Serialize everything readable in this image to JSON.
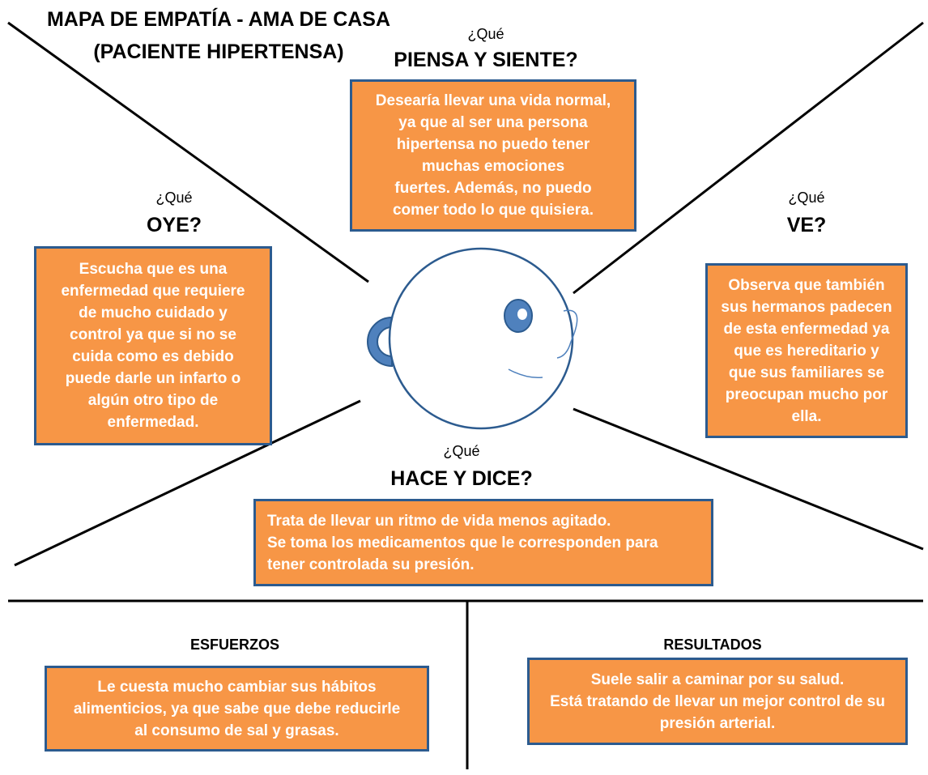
{
  "title": {
    "line1": "MAPA DE EMPATÍA - AMA DE CASA",
    "line2": "(PACIENTE HIPERTENSA)"
  },
  "piensa": {
    "prefix": "¿Qué",
    "heading": "PIENSA Y SIENTE?",
    "text": "Desearía  llevar una vida normal,\nya que al ser una persona\nhipertensa no puedo tener\nmuchas emociones\nfuertes. Además, no puedo\ncomer todo lo que quisiera."
  },
  "oye": {
    "prefix": "¿Qué",
    "heading": "OYE?",
    "text": "Escucha que es una\nenfermedad que requiere\nde mucho cuidado y\ncontrol ya que si no se\ncuida como es debido\npuede darle un infarto o\nalgún otro tipo de\nenfermedad."
  },
  "ve": {
    "prefix": "¿Qué",
    "heading": "VE?",
    "text": "Observa que también\nsus hermanos padecen\nde esta enfermedad ya\nque es hereditario y\nque sus familiares se\npreocupan mucho por\nella."
  },
  "hace": {
    "prefix": "¿Qué",
    "heading": "HACE Y DICE?",
    "text": "Trata de llevar un ritmo de vida menos agitado.\nSe toma los medicamentos que le corresponden para\ntener controlada su presión."
  },
  "esfuerzos": {
    "heading": "ESFUERZOS",
    "text": "Le cuesta mucho cambiar sus hábitos\nalimenticios, ya que sabe que debe reducirle\nal consumo de sal y grasas."
  },
  "resultados": {
    "heading": "RESULTADOS",
    "text": "Suele salir a caminar por su salud.\nEstá tratando de llevar un mejor control de su\npresión arterial."
  },
  "colors": {
    "box_fill": "#f79646",
    "box_border": "#2c5b8f",
    "head_stroke": "#2c5b8f",
    "ear_fill": "#4f81bd"
  }
}
